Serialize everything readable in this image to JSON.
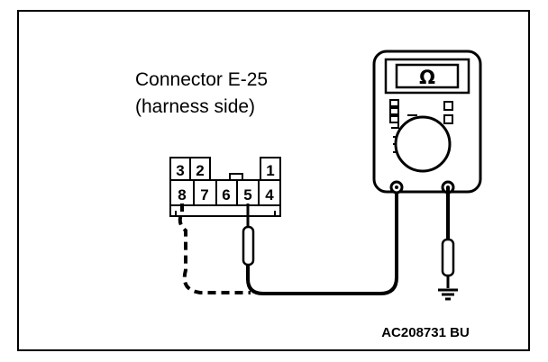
{
  "diagram": {
    "connector_label_line1": "Connector E-25",
    "connector_label_line2": "(harness side)",
    "connector_pins_top": [
      "3",
      "2",
      "1"
    ],
    "connector_pins_bottom": [
      "8",
      "7",
      "6",
      "5",
      "4"
    ],
    "meter_symbol": "Ω",
    "figure_code": "AC208731 BU",
    "icons": [
      "ohmmeter-icon",
      "ground-symbol-icon",
      "test-probe-icon"
    ]
  }
}
